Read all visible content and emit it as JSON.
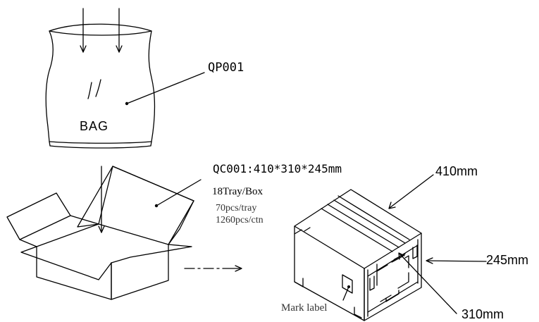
{
  "bag": {
    "code": "QP001",
    "label": "BAG"
  },
  "carton": {
    "code": "QC001:410*310*245mm",
    "trays_per_box": "18Tray/Box",
    "pcs_per_tray": "70pcs/tray",
    "pcs_per_carton": "1260pcs/ctn"
  },
  "dimensions": {
    "length": "410mm",
    "height": "245mm",
    "width": "310mm"
  },
  "mark_label": "Mark label",
  "colors": {
    "line": "#000000",
    "background": "#ffffff"
  }
}
